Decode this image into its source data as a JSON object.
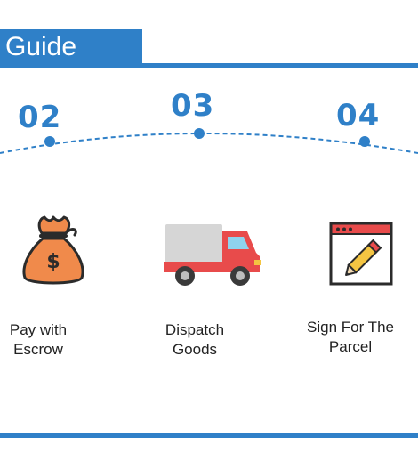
{
  "header": {
    "title": "Guide"
  },
  "colors": {
    "accent": "#2f80c8",
    "orange": "#f08a4b",
    "truck_red": "#e84b4b"
  },
  "steps": [
    {
      "number": "02",
      "label_line1": "Pay with",
      "label_line2": "Escrow",
      "icon": "money-bag-icon"
    },
    {
      "number": "03",
      "label_line1": "Dispatch",
      "label_line2": "Goods",
      "icon": "truck-icon"
    },
    {
      "number": "04",
      "label_line1": "Sign For The",
      "label_line2": "Parcel",
      "icon": "pencil-window-icon"
    }
  ]
}
